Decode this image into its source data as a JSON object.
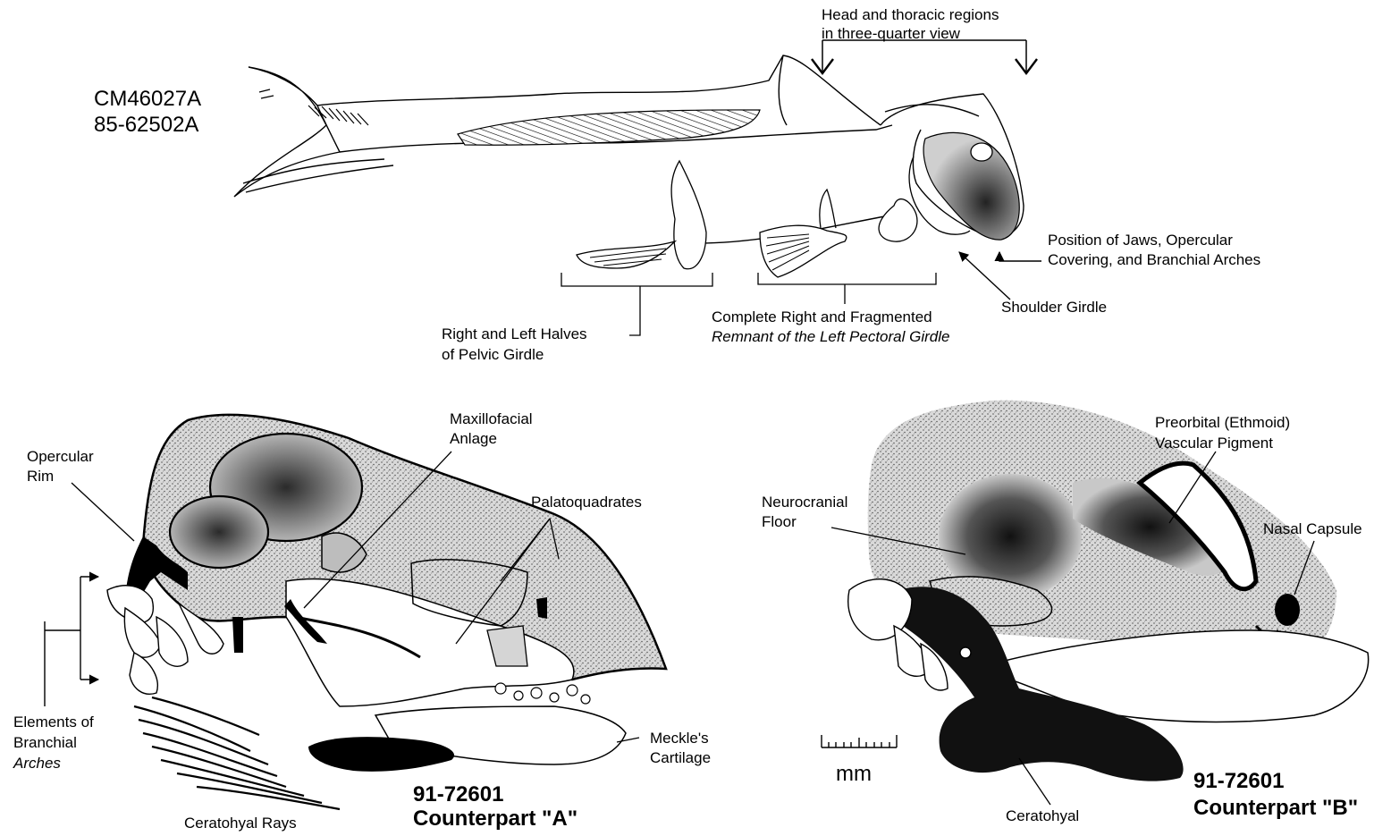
{
  "specimen_ids": {
    "line1": "CM46027A",
    "line2": "85-62502A"
  },
  "top_labels": {
    "head_region_1": "Head and thoracic regions",
    "head_region_2": "in three-quarter view",
    "jaws_1": "Position of Jaws, Opercular",
    "jaws_2": "Covering, and Branchial Arches",
    "shoulder": "Shoulder Girdle",
    "pectoral_1": "Complete Right and Fragmented",
    "pectoral_2": "Remnant of the Left Pectoral Girdle",
    "pelvic_1": "Right and Left Halves",
    "pelvic_2": "of Pelvic Girdle"
  },
  "panel_a": {
    "opercular_1": "Opercular",
    "opercular_2": "Rim",
    "maxillo_1": "Maxillofacial",
    "maxillo_2": "Anlage",
    "palato": "Palatoquadrates",
    "branchial_1": "Elements of",
    "branchial_2": "Branchial",
    "branchial_3": "Arches",
    "meckel_1": "Meckle's",
    "meckel_2": "Cartilage",
    "rays": "Ceratohyal Rays",
    "id_1": "91-72601",
    "id_2": "Counterpart \"A\""
  },
  "panel_b": {
    "preorbital_1": "Preorbital (Ethmoid)",
    "preorbital_2": "Vascular Pigment",
    "neuro_1": "Neurocranial",
    "neuro_2": "Floor",
    "nasal": "Nasal Capsule",
    "ceratohyal": "Ceratohyal",
    "scale_unit": "mm",
    "id_1": "91-72601",
    "id_2": "Counterpart \"B\""
  }
}
